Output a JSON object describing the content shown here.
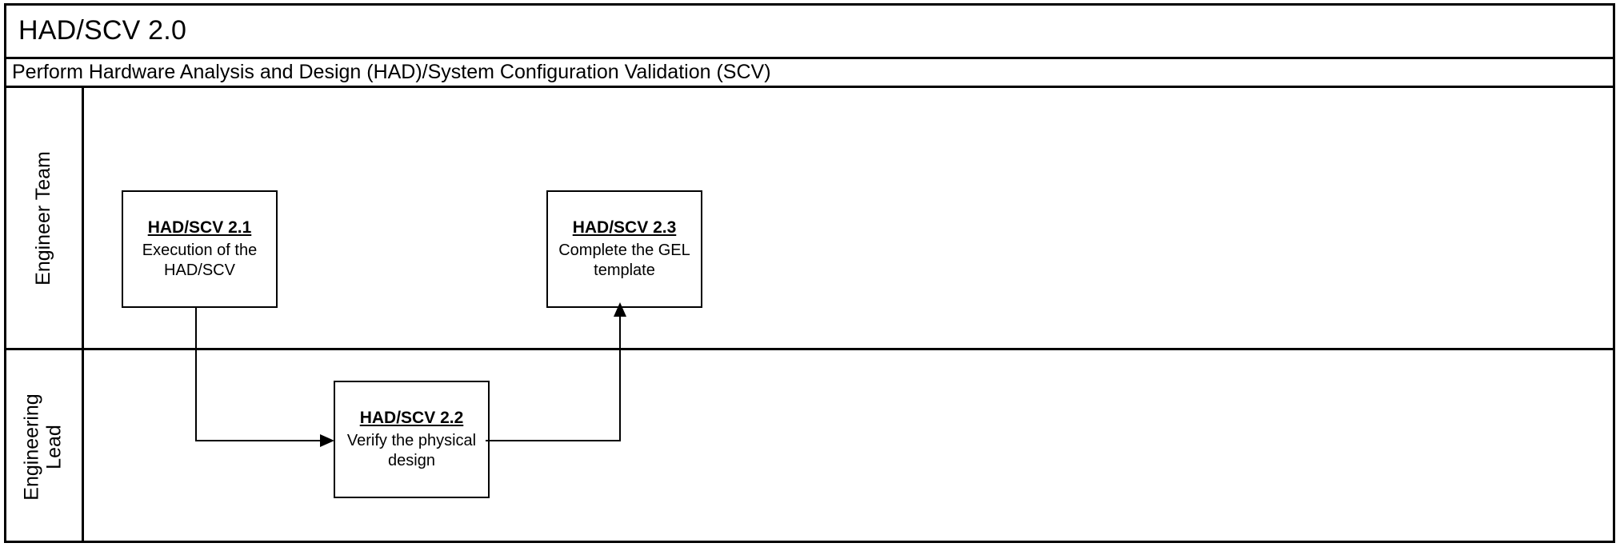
{
  "header": {
    "title": "HAD/SCV 2.0",
    "subtitle": "Perform Hardware Analysis and Design (HAD)/System Configuration Validation (SCV)"
  },
  "lanes": [
    {
      "label": "Engineer Team"
    },
    {
      "label": "Engineering\nLead"
    }
  ],
  "boxes": [
    {
      "id": "had-scv-2-1",
      "title": "HAD/SCV 2.1",
      "desc": "Execution of the\nHAD/SCV",
      "lane": 0
    },
    {
      "id": "had-scv-2-3",
      "title": "HAD/SCV 2.3",
      "desc": "Complete the GEL\ntemplate",
      "lane": 0
    },
    {
      "id": "had-scv-2-2",
      "title": "HAD/SCV 2.2",
      "desc": "Verify the physical\ndesign",
      "lane": 1
    }
  ],
  "connectors": [
    {
      "id": "conn-2-1-to-2-2",
      "from": "had-scv-2-1",
      "to": "had-scv-2-2"
    },
    {
      "id": "conn-2-2-to-2-3",
      "from": "had-scv-2-2",
      "to": "had-scv-2-3"
    }
  ],
  "colors": {
    "line": "#000000",
    "background": "#ffffff",
    "text": "#000000"
  }
}
